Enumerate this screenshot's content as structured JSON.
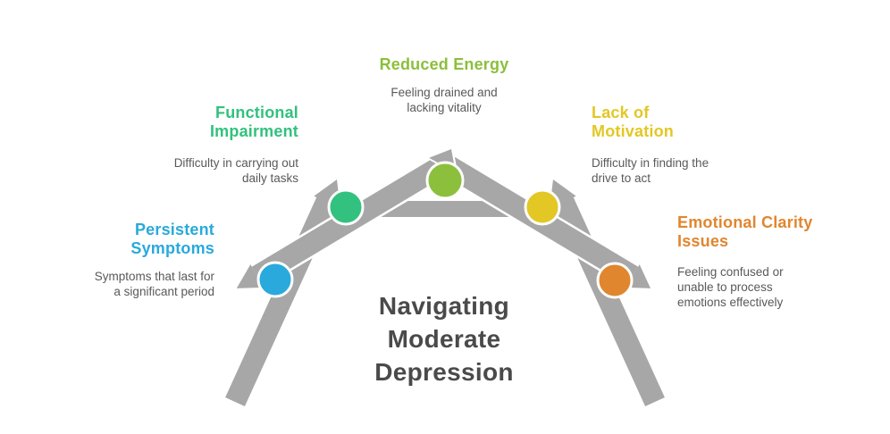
{
  "title": {
    "lines": [
      "Navigating",
      "Moderate",
      "Depression"
    ]
  },
  "colors": {
    "arch_gray": "#A7A7A7",
    "title_text": "#4A4A4A",
    "body_text": "#58595B",
    "background": "#FFFFFF"
  },
  "items": [
    {
      "id": "persistent-symptoms",
      "color": "#29A9DC",
      "heading_lines": [
        "Persistent",
        "Symptoms"
      ],
      "desc_lines": [
        "Symptoms that last for",
        "a significant period"
      ]
    },
    {
      "id": "functional-impairment",
      "color": "#32C17E",
      "heading_lines": [
        "Functional",
        "Impairment"
      ],
      "desc_lines": [
        "Difficulty in carrying out",
        "daily tasks"
      ]
    },
    {
      "id": "reduced-energy",
      "color": "#8CBF3C",
      "heading_lines": [
        "Reduced Energy"
      ],
      "desc_lines": [
        "Feeling drained and",
        "lacking vitality"
      ]
    },
    {
      "id": "lack-of-motivation",
      "color": "#E3C724",
      "heading_lines": [
        "Lack of",
        "Motivation"
      ],
      "desc_lines": [
        "Difficulty in finding the",
        "drive to act"
      ]
    },
    {
      "id": "emotional-clarity-issues",
      "color": "#E0862F",
      "heading_lines": [
        "Emotional Clarity",
        "Issues"
      ],
      "desc_lines": [
        "Feeling confused or",
        "unable to process",
        "emotions effectively"
      ]
    }
  ]
}
